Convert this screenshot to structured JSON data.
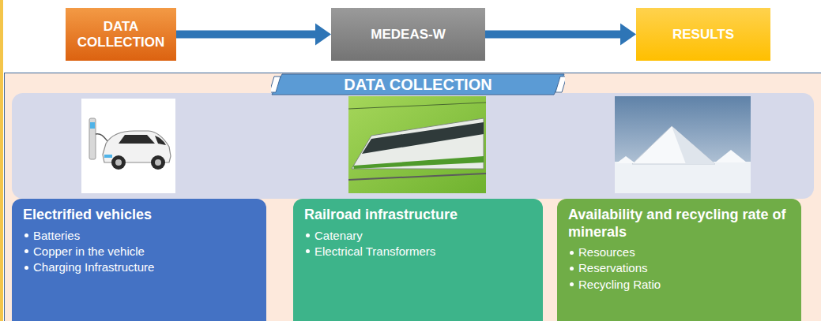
{
  "diagram": {
    "nodes": [
      {
        "text": [
          "DATA COLLECTION"
        ]
      },
      {
        "text": [
          "MEDEAS-W"
        ]
      },
      {
        "text": [
          "RESULTS"
        ]
      },
      {
        "text": [
          "DATA COLLECTION"
        ]
      },
      {
        "text": [
          "Electrified vehicles",
          "Batteries",
          "Copper in the vehicle",
          "Charging Infrastructure"
        ],
        "in": 3
      },
      {
        "text": [
          "Railroad infrastructure",
          "Catenary",
          "Electrical Transformers"
        ],
        "in": 3
      },
      {
        "text": [
          "Availability and recycling rate of minerals",
          "Resources",
          "Reservations",
          "Recycling Ratio"
        ],
        "in": 3
      }
    ],
    "edges": [
      {
        "from": 0,
        "to": 1,
        "arrow": "to"
      },
      {
        "from": 1,
        "to": 2,
        "arrow": "to"
      }
    ]
  }
}
